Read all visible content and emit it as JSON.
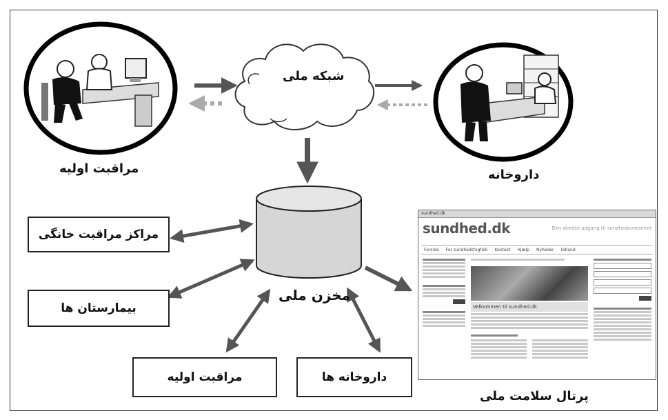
{
  "nodes": {
    "network": {
      "label": "شبکه ملی"
    },
    "repository": {
      "label": "مخزن ملی"
    },
    "primary_care_top": {
      "label": "مراقبت اولیه"
    },
    "pharmacy_top": {
      "label": "داروخانه"
    },
    "home_care": {
      "label": "مراکز مراقبت خانگی"
    },
    "hospitals": {
      "label": "بیمارستان ها"
    },
    "primary_care_bottom": {
      "label": "مراقبت اولیه"
    },
    "pharmacies_bottom": {
      "label": "داروخانه ها"
    },
    "portal": {
      "label": "پرتال سلامت ملی"
    }
  },
  "portal_screenshot": {
    "address": "sundhed.dk",
    "logo": "sundhed.dk",
    "tagline": "Den direkte adgang til sundhedsvæsenet",
    "nav": [
      "Forside",
      "For sundhedsfagfolk",
      "Kontakt",
      "Hjælp",
      "Nyheder",
      "Udland"
    ],
    "welcome": "Velkommen til sundhed.dk"
  },
  "icons": [
    "doctor-office-scene-icon",
    "pharmacy-counter-scene-icon",
    "cloud-icon",
    "database-cylinder-icon"
  ],
  "colors": {
    "arrow": "#555555",
    "dashed_arrow": "#aaaaaa",
    "cylinder": "#d6d6d6"
  }
}
